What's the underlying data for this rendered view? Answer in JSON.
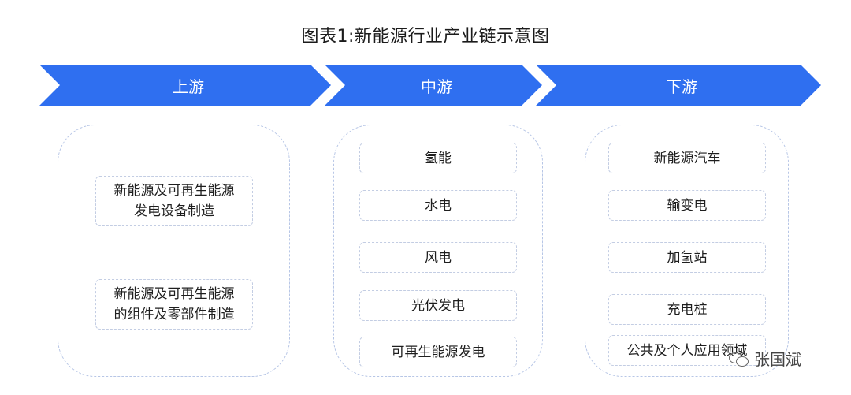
{
  "title": "图表1:新能源行业产业链示意图",
  "stages": {
    "upstream": {
      "label": "上游",
      "items": [
        "新能源及可再生能源\n发电设备制造",
        "新能源及可再生能源\n的组件及零部件制造"
      ]
    },
    "midstream": {
      "label": "中游",
      "items": [
        "氢能",
        "水电",
        "风电",
        "光伏发电",
        "可再生能源发电"
      ]
    },
    "downstream": {
      "label": "下游",
      "items": [
        "新能源汽车",
        "输变电",
        "加氢站",
        "充电桩",
        "公共及个人应用领域"
      ]
    }
  },
  "watermark": "张国斌",
  "colors": {
    "arrow": "#2f6ff0",
    "dashed_border": "#b7c6e6"
  }
}
